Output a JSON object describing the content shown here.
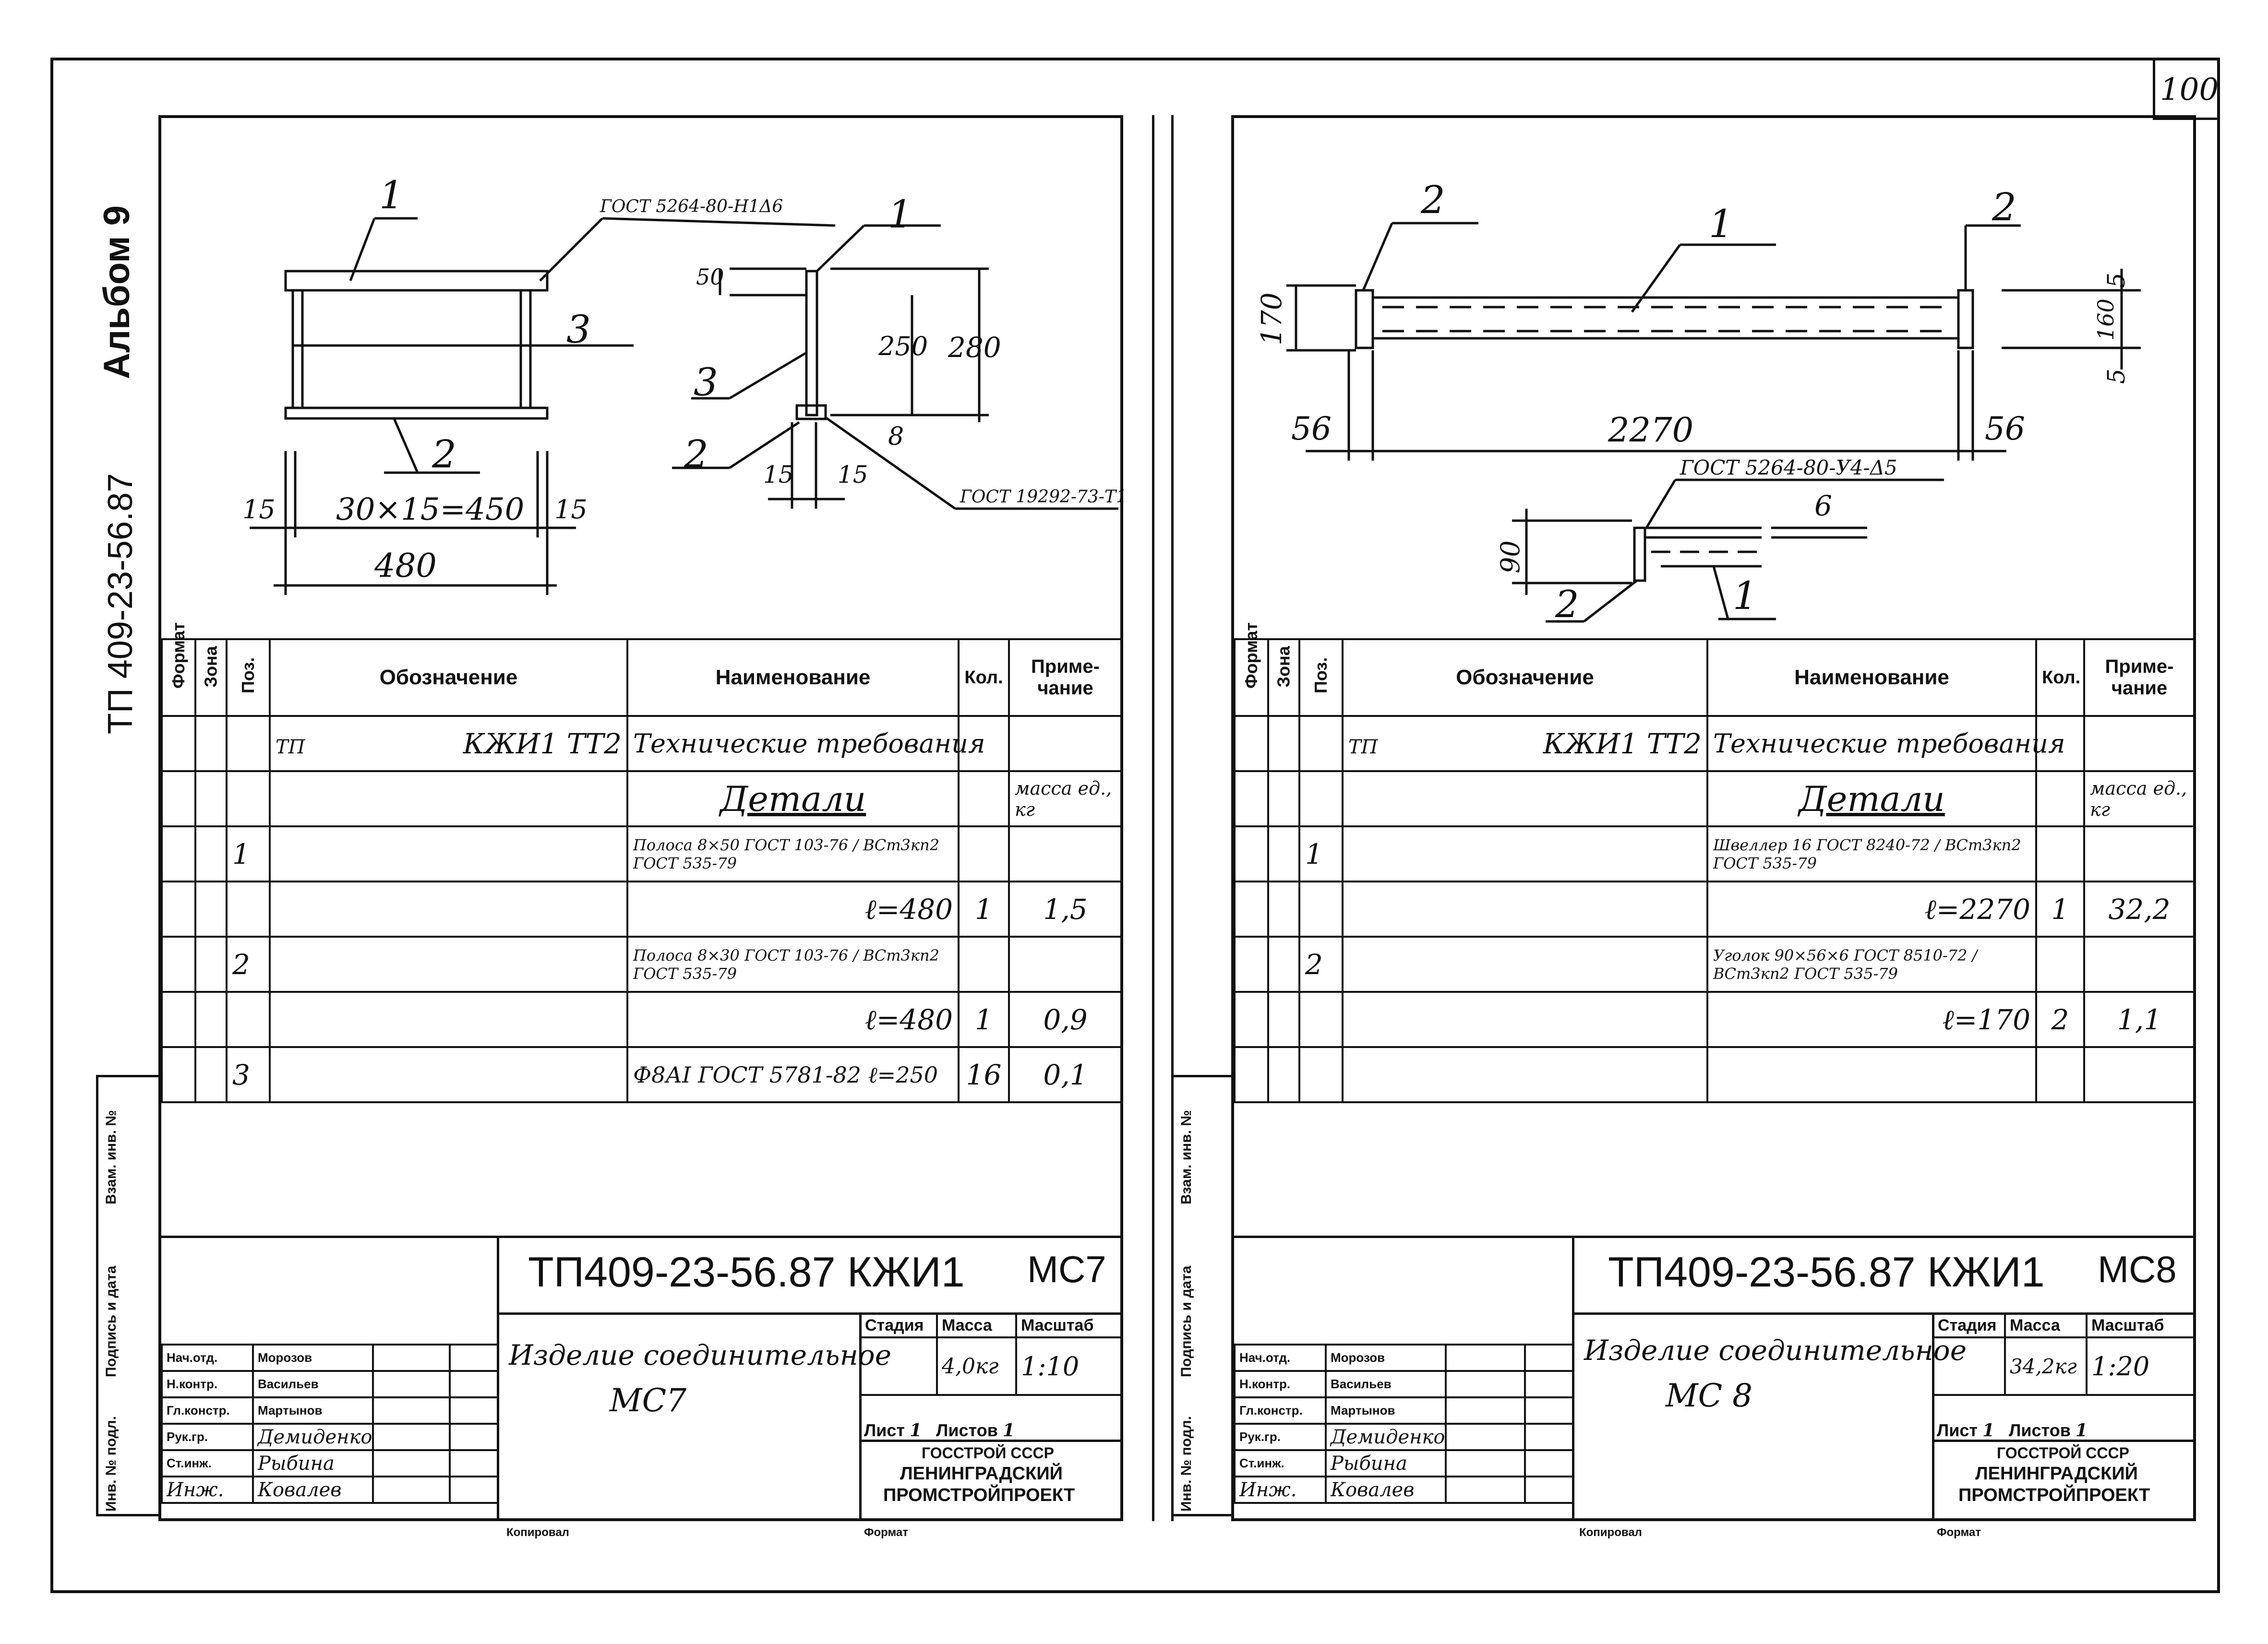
{
  "sheet_number": "100",
  "side_album": "Альбом 9",
  "side_code": "ТП 409-23-56.87",
  "side_labels": [
    "Инв. № подл.",
    "Подпись и дата",
    "Взам. инв. №"
  ],
  "bottom_labels": {
    "copied": "Копировал",
    "format": "Формат"
  },
  "spec_headers": [
    "Формат",
    "Зона",
    "Поз.",
    "Обозначение",
    "Наименование",
    "Кол.",
    "Приме-чание"
  ],
  "left": {
    "drawing_labels": {
      "pos1": "1",
      "pos2": "2",
      "pos3": "3",
      "weld_top": "ГОСТ 5264-80-Н1Δ6",
      "weld_bottom": "ГОСТ 19292-73-Т1",
      "dim_15a": "15",
      "dim_15b": "15",
      "dim_span": "30×15=450",
      "dim_total": "480",
      "dim_50": "50",
      "dim_250": "250",
      "dim_280": "280",
      "dim_8": "8",
      "dim_15c": "15",
      "dim_15d": "15",
      "sec_pos1": "1",
      "sec_pos2": "2",
      "sec_pos3": "3"
    },
    "rows": [
      {
        "pos": "",
        "code_prefix": "ТП",
        "code": "КЖИ1 ТТ2",
        "name": "Технические требования",
        "qty": "",
        "note": ""
      },
      {
        "pos": "",
        "code_prefix": "",
        "code": "",
        "name": "Детали",
        "qty": "",
        "note": "масса ед., кг"
      },
      {
        "pos": "1",
        "code_prefix": "",
        "code": "",
        "name": "Полоса 8×50 ГОСТ 103-76 / ВСт3кп2 ГОСТ 535-79",
        "qty": "",
        "note": ""
      },
      {
        "pos": "",
        "code_prefix": "",
        "code": "",
        "name": "ℓ=480",
        "qty": "1",
        "note": "1,5"
      },
      {
        "pos": "2",
        "code_prefix": "",
        "code": "",
        "name": "Полоса 8×30 ГОСТ 103-76 / ВСт3кп2 ГОСТ 535-79",
        "qty": "",
        "note": ""
      },
      {
        "pos": "",
        "code_prefix": "",
        "code": "",
        "name": "ℓ=480",
        "qty": "1",
        "note": "0,9"
      },
      {
        "pos": "3",
        "code_prefix": "",
        "code": "",
        "name": "Ф8АI ГОСТ 5781-82 ℓ=250",
        "qty": "16",
        "note": "0,1"
      }
    ],
    "title_block": {
      "doc_code": "ТП409-23-56.87 КЖИ1",
      "mark": "МС7",
      "product": "Изделие соединительное",
      "product_mark": "МС7",
      "stage_label": "Стадия",
      "mass_label": "Масса",
      "scale_label": "Масштаб",
      "mass": "4,0кг",
      "scale": "1:10",
      "sheet_label": "Лист",
      "sheet": "1",
      "sheets_label": "Листов",
      "sheets": "1",
      "org": [
        "ГОССТРОЙ СССР",
        "ЛЕНИНГРАДСКИЙ",
        "ПРОМСТРОЙПРОЕКТ"
      ],
      "roles": [
        {
          "role": "Нач.отд.",
          "name": "Морозов"
        },
        {
          "role": "Н.контр.",
          "name": "Васильев"
        },
        {
          "role": "Гл.констр.",
          "name": "Мартынов"
        },
        {
          "role": "Рук.гр.",
          "name": "Демиденко"
        },
        {
          "role": "Ст.инж.",
          "name": "Рыбина"
        },
        {
          "role": "Инж.",
          "name": "Ковалев"
        }
      ]
    }
  },
  "right": {
    "drawing_labels": {
      "pos1": "1",
      "pos2a": "2",
      "pos2b": "2",
      "dim_170": "170",
      "dim_56a": "56",
      "dim_2270": "2270",
      "dim_56b": "56",
      "dim_5a": "5",
      "dim_160": "160",
      "dim_5b": "5",
      "weld": "ГОСТ 5264-80-У4-Δ5",
      "dim_90": "90",
      "dim_6": "6",
      "sec_pos1": "1",
      "sec_pos2": "2"
    },
    "rows": [
      {
        "pos": "",
        "code_prefix": "ТП",
        "code": "КЖИ1 ТТ2",
        "name": "Технические требования",
        "qty": "",
        "note": ""
      },
      {
        "pos": "",
        "code_prefix": "",
        "code": "",
        "name": "Детали",
        "qty": "",
        "note": "масса ед., кг"
      },
      {
        "pos": "1",
        "code_prefix": "",
        "code": "",
        "name": "Швеллер 16 ГОСТ 8240-72 / ВСт3кп2 ГОСТ 535-79",
        "qty": "",
        "note": ""
      },
      {
        "pos": "",
        "code_prefix": "",
        "code": "",
        "name": "ℓ=2270",
        "qty": "1",
        "note": "32,2"
      },
      {
        "pos": "2",
        "code_prefix": "",
        "code": "",
        "name": "Уголок 90×56×6 ГОСТ 8510-72 / ВСт3кп2 ГОСТ 535-79",
        "qty": "",
        "note": ""
      },
      {
        "pos": "",
        "code_prefix": "",
        "code": "",
        "name": "ℓ=170",
        "qty": "2",
        "note": "1,1"
      }
    ],
    "title_block": {
      "doc_code": "ТП409-23-56.87 КЖИ1",
      "mark": "МС8",
      "product": "Изделие соединительное",
      "product_mark": "МС 8",
      "stage_label": "Стадия",
      "mass_label": "Масса",
      "scale_label": "Масштаб",
      "mass": "34,2кг",
      "scale": "1:20",
      "sheet_label": "Лист",
      "sheet": "1",
      "sheets_label": "Листов",
      "sheets": "1",
      "org": [
        "ГОССТРОЙ СССР",
        "ЛЕНИНГРАДСКИЙ",
        "ПРОМСТРОЙПРОЕКТ"
      ],
      "roles": [
        {
          "role": "Нач.отд.",
          "name": "Морозов"
        },
        {
          "role": "Н.контр.",
          "name": "Васильев"
        },
        {
          "role": "Гл.констр.",
          "name": "Мартынов"
        },
        {
          "role": "Рук.гр.",
          "name": "Демиденко"
        },
        {
          "role": "Ст.инж.",
          "name": "Рыбина"
        },
        {
          "role": "Инж.",
          "name": "Ковалев"
        }
      ]
    }
  }
}
